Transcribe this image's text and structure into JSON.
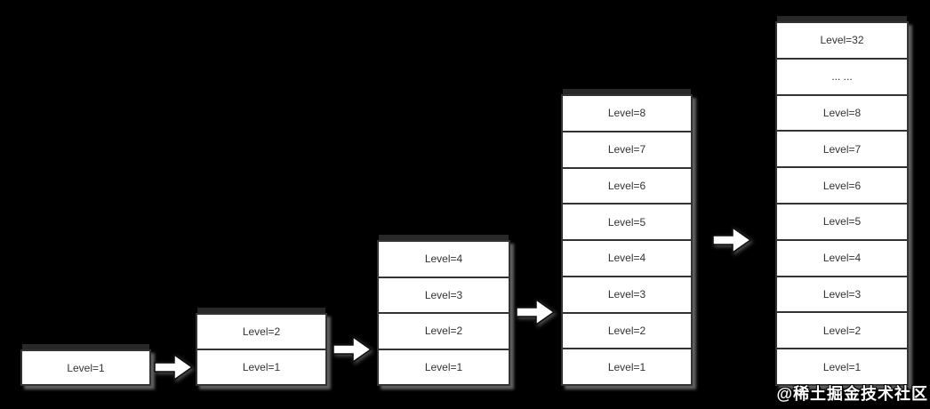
{
  "colors": {
    "background": "#000000",
    "box_fill": "#ffffff",
    "box_border": "#333333",
    "box_text": "#333333",
    "shadow": "#949494",
    "arrow_fill": "#ffffff",
    "arrow_outline": "#0d0d0d",
    "watermark_text": "#ffffff"
  },
  "stacks": [
    {
      "id": "stack-1",
      "rows": [
        "Level=1"
      ]
    },
    {
      "id": "stack-2",
      "rows": [
        "Level=2",
        "Level=1"
      ]
    },
    {
      "id": "stack-3",
      "rows": [
        "Level=4",
        "Level=3",
        "Level=2",
        "Level=1"
      ]
    },
    {
      "id": "stack-4",
      "rows": [
        "Level=8",
        "Level=7",
        "Level=6",
        "Level=5",
        "Level=4",
        "Level=3",
        "Level=2",
        "Level=1"
      ]
    },
    {
      "id": "stack-5",
      "rows": [
        "Level=32",
        "... ...",
        "Level=8",
        "Level=7",
        "Level=6",
        "Level=5",
        "Level=4",
        "Level=3",
        "Level=2",
        "Level=1"
      ]
    }
  ],
  "watermark": {
    "text": "@稀土掘金技术社区"
  }
}
